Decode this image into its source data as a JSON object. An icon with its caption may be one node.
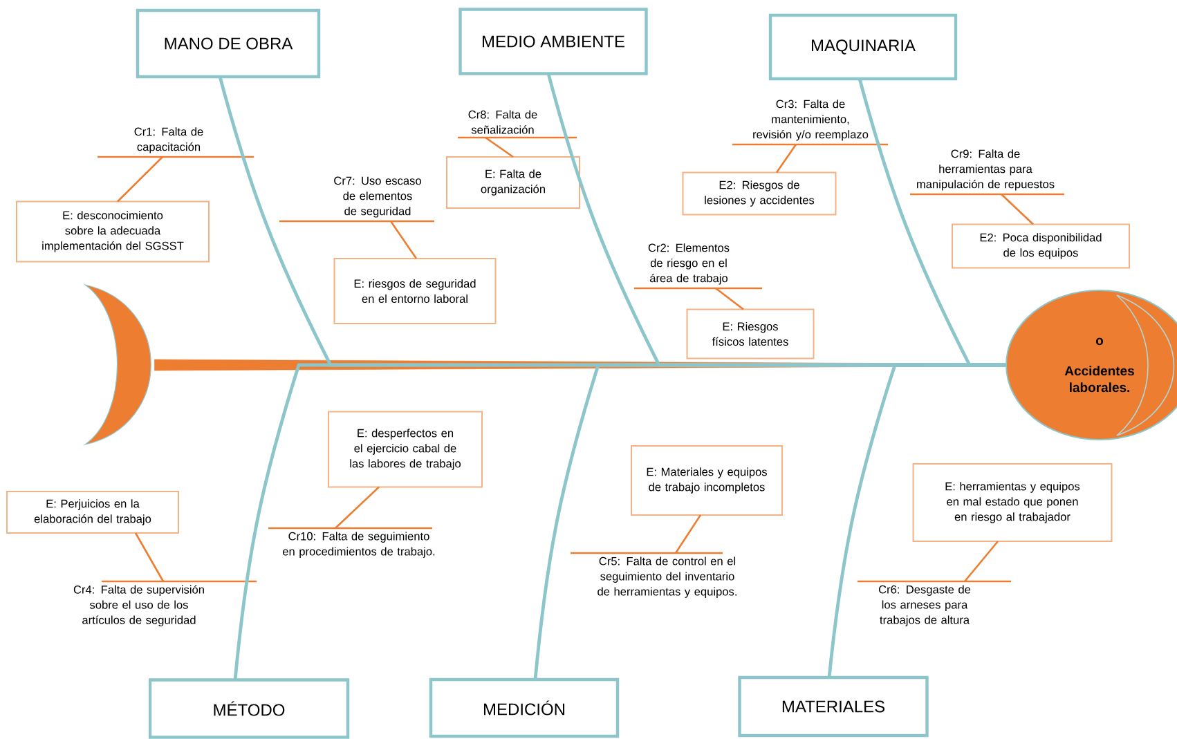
{
  "diagram": {
    "nodes": [
      {
        "text": [
          "MANO DE OBRA"
        ]
      },
      {
        "text": [
          "MEDIO AMBIENTE"
        ]
      },
      {
        "text": [
          "MAQUINARIA"
        ]
      },
      {
        "text": [
          "Cr1: Falta de capacitación"
        ]
      },
      {
        "text": [
          "E: desconocimiento sobre la adecuada implementación del SGSST"
        ]
      },
      {
        "text": [
          "Cr7: Uso escaso de elementos de seguridad"
        ]
      },
      {
        "text": [
          "E: riesgos de seguridad en el entorno laboral"
        ]
      },
      {
        "text": [
          "Cr8: Falta de señalización"
        ]
      },
      {
        "text": [
          "E: Falta de organización"
        ]
      },
      {
        "text": [
          "Cr3: Falta de mantenimiento, revisión y/o reemplazo"
        ]
      },
      {
        "text": [
          "E2: Riesgos de lesiones y accidentes"
        ]
      },
      {
        "text": [
          "Cr9: Falta de herramientas para manipulación de repuestos"
        ]
      },
      {
        "text": [
          "E2: Poca disponibilidad de los equipos"
        ]
      },
      {
        "text": [
          "Cr2: Elementos de riesgo en el área de trabajo"
        ]
      },
      {
        "text": [
          "E: Riesgos físicos latentes"
        ]
      },
      {
        "text": [],
        "shape": "crescent"
      },
      {
        "text": [
          "o",
          "Accidentes laborales."
        ]
      },
      {
        "text": [
          "E: desperfectos en el ejercicio cabal de las labores de trabajo"
        ]
      },
      {
        "text": [
          "E: Perjuicios en la elaboración del trabajo"
        ]
      },
      {
        "text": [
          "Cr10: Falta de seguimiento en procedimientos de trabajo."
        ]
      },
      {
        "text": [
          "Cr4: Falta de supervisión sobre el uso de los artículos de seguridad"
        ]
      },
      {
        "text": [
          "E: Materiales y equipos de trabajo incompletos"
        ]
      },
      {
        "text": [
          "Cr5: Falta de control en el seguimiento del inventario de herramientas y equipos."
        ]
      },
      {
        "text": [
          "E: herramientas y equipos en mal estado que ponen en riesgo al trabajador"
        ]
      },
      {
        "text": [
          "Cr6: Desgaste de los arneses para trabajos de altura"
        ]
      },
      {
        "text": [
          "MÉTODO"
        ]
      },
      {
        "text": [
          "MEDICIÓN"
        ]
      },
      {
        "text": [
          "MATERIALES"
        ]
      }
    ],
    "edges": [
      {
        "from": 15,
        "to": 16,
        "arrow": "none",
        "style": "thick"
      },
      {
        "from": 0,
        "to": 16,
        "arrow": "none",
        "color": "#8cc6cb"
      },
      {
        "from": 1,
        "to": 16,
        "arrow": "none",
        "color": "#8cc6cb"
      },
      {
        "from": 2,
        "to": 16,
        "arrow": "none",
        "color": "#8cc6cb"
      },
      {
        "from": 25,
        "to": 16,
        "arrow": "none",
        "color": "#8cc6cb"
      },
      {
        "from": 26,
        "to": 16,
        "arrow": "none",
        "color": "#8cc6cb"
      },
      {
        "from": 27,
        "to": 16,
        "arrow": "none",
        "color": "#8cc6cb"
      },
      {
        "from": 4,
        "to": 3,
        "arrow": "none"
      },
      {
        "from": 6,
        "to": 5,
        "arrow": "none"
      },
      {
        "from": 8,
        "to": 7,
        "arrow": "none"
      },
      {
        "from": 10,
        "to": 9,
        "arrow": "none"
      },
      {
        "from": 12,
        "to": 11,
        "arrow": "none"
      },
      {
        "from": 14,
        "to": 13,
        "arrow": "none"
      },
      {
        "from": 17,
        "to": 19,
        "arrow": "none"
      },
      {
        "from": 18,
        "to": 20,
        "arrow": "none"
      },
      {
        "from": 21,
        "to": 22,
        "arrow": "none"
      },
      {
        "from": 23,
        "to": 24,
        "arrow": "none"
      }
    ]
  }
}
